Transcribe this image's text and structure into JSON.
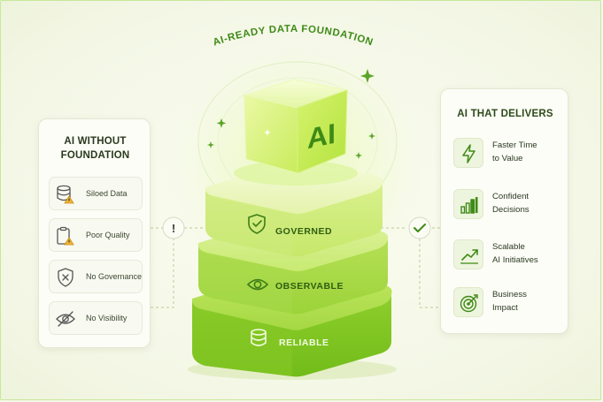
{
  "title": "AI-READY DATA FOUNDATION",
  "cube_label": "AI",
  "left_panel": {
    "title_line1": "AI WITHOUT",
    "title_line2": "FOUNDATION",
    "items": [
      {
        "label": "Siloed Data",
        "icon": "database-warning-icon"
      },
      {
        "label": "Poor Quality",
        "icon": "clipboard-warning-icon"
      },
      {
        "label": "No Governance",
        "icon": "shield-x-icon"
      },
      {
        "label": "No Visibility",
        "icon": "eye-slash-icon"
      }
    ]
  },
  "right_panel": {
    "title": "AI THAT DELIVERS",
    "items": [
      {
        "line1": "Faster Time",
        "line2": "to Value",
        "icon": "lightning-icon"
      },
      {
        "line1": "Confident",
        "line2": "Decisions",
        "icon": "bar-chart-icon"
      },
      {
        "line1": "Scalable",
        "line2": "AI Initiatives",
        "icon": "trend-up-icon"
      },
      {
        "line1": "Business",
        "line2": "Impact",
        "icon": "target-icon"
      }
    ]
  },
  "layers": [
    {
      "label": "GOVERNED",
      "icon": "shield-check-icon"
    },
    {
      "label": "OBSERVABLE",
      "icon": "eye-icon"
    },
    {
      "label": "RELIABLE",
      "icon": "database-icon"
    }
  ],
  "connectors": {
    "left_marker": "!",
    "right_marker": "check-icon"
  },
  "colors": {
    "accent": "#3e8a17",
    "lime": "#8fd43a",
    "warning": "#e0a82a"
  }
}
